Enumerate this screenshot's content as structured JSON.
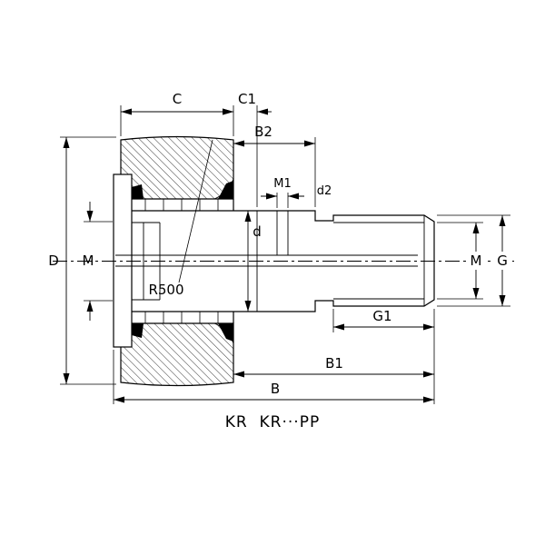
{
  "drawing": {
    "title": "KR  KR···PP",
    "labels": {
      "c": "C",
      "c1": "C1",
      "b2": "B2",
      "m1": "M1",
      "d2": "d2",
      "d": "d",
      "big_d": "D",
      "m_left": "M",
      "r500": "R500",
      "g1": "G1",
      "b1": "B1",
      "b": "B",
      "m_right": "M",
      "g": "G"
    },
    "colors": {
      "line": "#000000",
      "background": "#ffffff",
      "seal": "#000000"
    }
  }
}
